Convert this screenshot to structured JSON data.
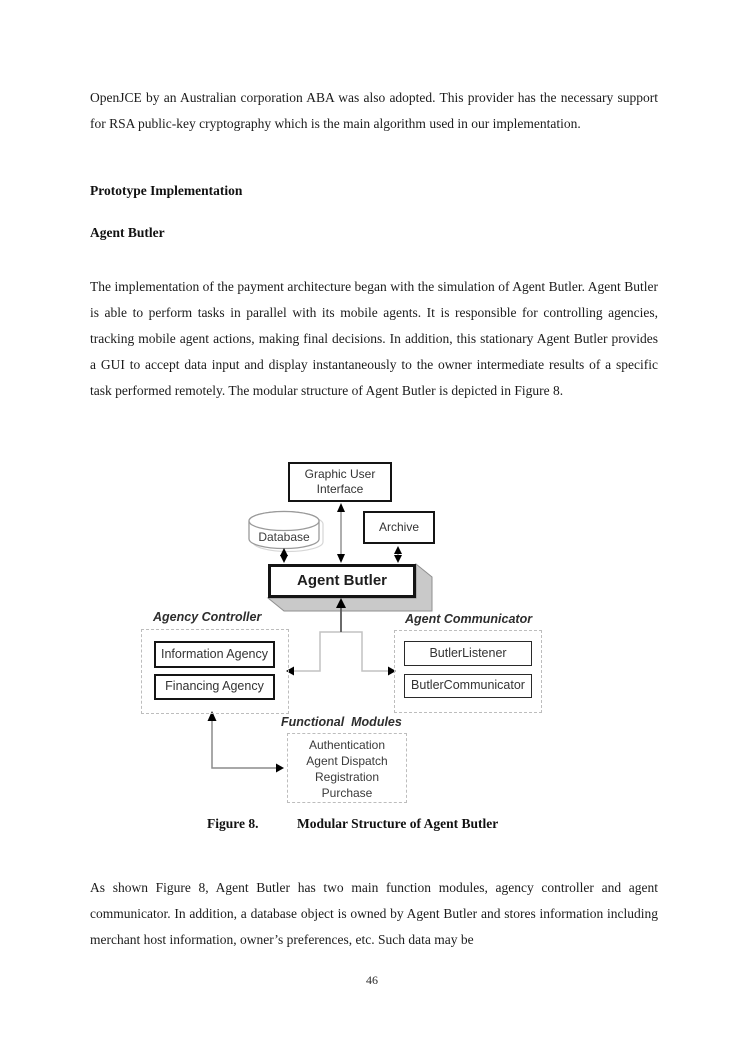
{
  "document": {
    "para1": "OpenJCE by an Australian corporation ABA was also adopted. This provider has the necessary support for RSA public-key cryptography which is the main algorithm used in our implementation.",
    "heading1": "Prototype Implementation",
    "heading2": "Agent Butler",
    "para2": "The implementation of the payment architecture began with the simulation of Agent Butler. Agent Butler is able to perform tasks in parallel with its mobile agents. It is responsible for controlling agencies, tracking mobile agent actions, making final decisions. In addition, this stationary Agent Butler provides a GUI to accept data input and display instantaneously to the owner intermediate results of a specific task performed remotely. The modular structure of Agent Butler is depicted in Figure 8.",
    "para3": "As shown Figure 8, Agent Butler has two main function modules, agency controller and agent communicator. In addition, a database object is owned by Agent Butler and stores information including merchant host information, owner’s preferences, etc. Such data may be",
    "page_number": "46"
  },
  "figure": {
    "caption_label": "Figure 8.",
    "caption_title": "Modular Structure of Agent Butler",
    "nodes": {
      "gui_line1": "Graphic User",
      "gui_line2": "Interface",
      "database": "Database",
      "archive": "Archive",
      "agent_butler": "Agent Butler",
      "agency_controller_label": "Agency Controller",
      "agent_communicator_label": "Agent Communicator",
      "information_agency": "Information Agency",
      "financing_agency": "Financing Agency",
      "butler_listener": "ButlerListener",
      "butler_communicator": "ButlerCommunicator",
      "functional_modules_label": "Functional  Modules",
      "fm_items": [
        "Authentication",
        "Agent Dispatch",
        "Registration",
        "Purchase"
      ]
    },
    "colors": {
      "box_border": "#141414",
      "dashed_border": "#bdbdbd",
      "connector_gray": "#8c8c8c",
      "connector_light": "#c2c2c2",
      "shadow_fill": "#c9c9c9",
      "arrowhead": "#000000"
    }
  }
}
